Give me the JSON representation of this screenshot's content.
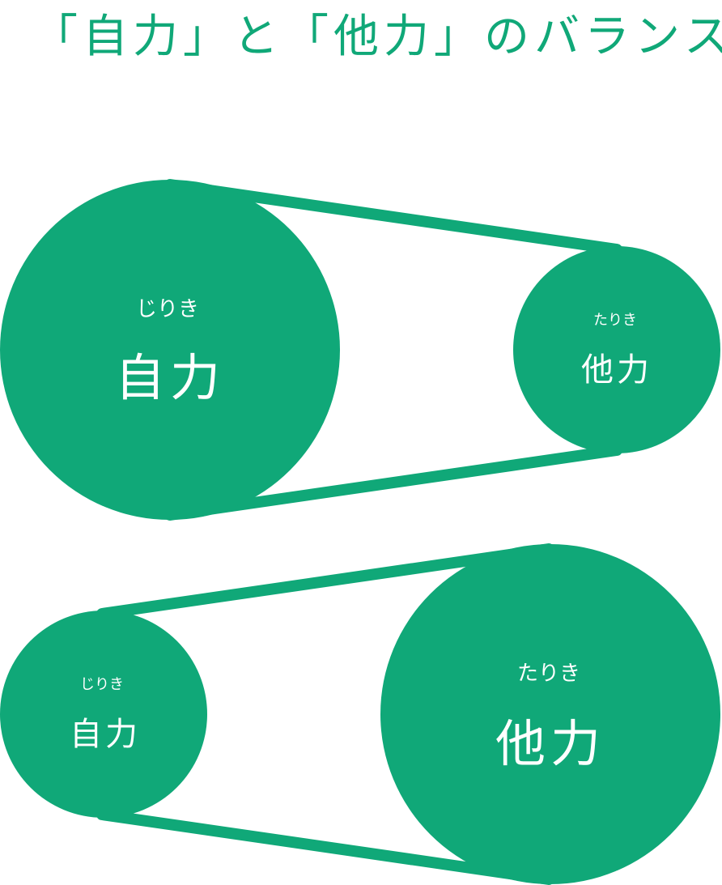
{
  "title": "「自力」と「他力」のバランス",
  "colors": {
    "accent": "#10a878",
    "text_on_accent": "#ffffff",
    "background": "#ffffff"
  },
  "scenarios": [
    {
      "left": {
        "ruby": "じりき",
        "label": "自力"
      },
      "right": {
        "ruby": "たりき",
        "label": "他力"
      }
    },
    {
      "left": {
        "ruby": "じりき",
        "label": "自力"
      },
      "right": {
        "ruby": "たりき",
        "label": "他力"
      }
    }
  ]
}
